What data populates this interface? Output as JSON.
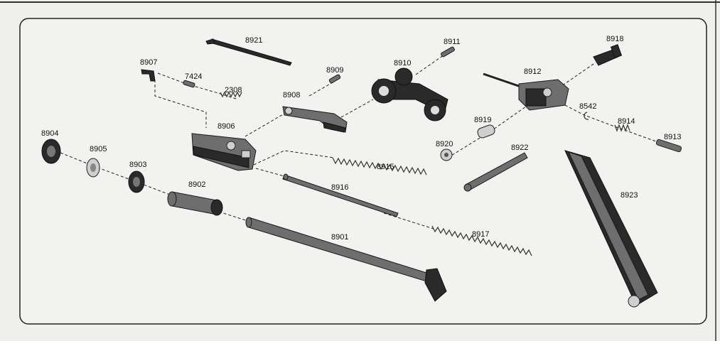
{
  "parts": {
    "p8901": "8901",
    "p8902": "8902",
    "p8903": "8903",
    "p8904": "8904",
    "p8905": "8905",
    "p8906": "8906",
    "p8907": "8907",
    "p8908": "8908",
    "p8909": "8909",
    "p8910": "8910",
    "p8911": "8911",
    "p8912": "8912",
    "p8913": "8913",
    "p8914": "8914",
    "p8915": "8915",
    "p8916": "8916",
    "p8917": "8917",
    "p8918": "8918",
    "p8919": "8919",
    "p8920": "8920",
    "p8921": "8921",
    "p8922": "8922",
    "p8923": "8923",
    "p7424": "7424",
    "p2308": "2308",
    "p8542": "8542"
  }
}
